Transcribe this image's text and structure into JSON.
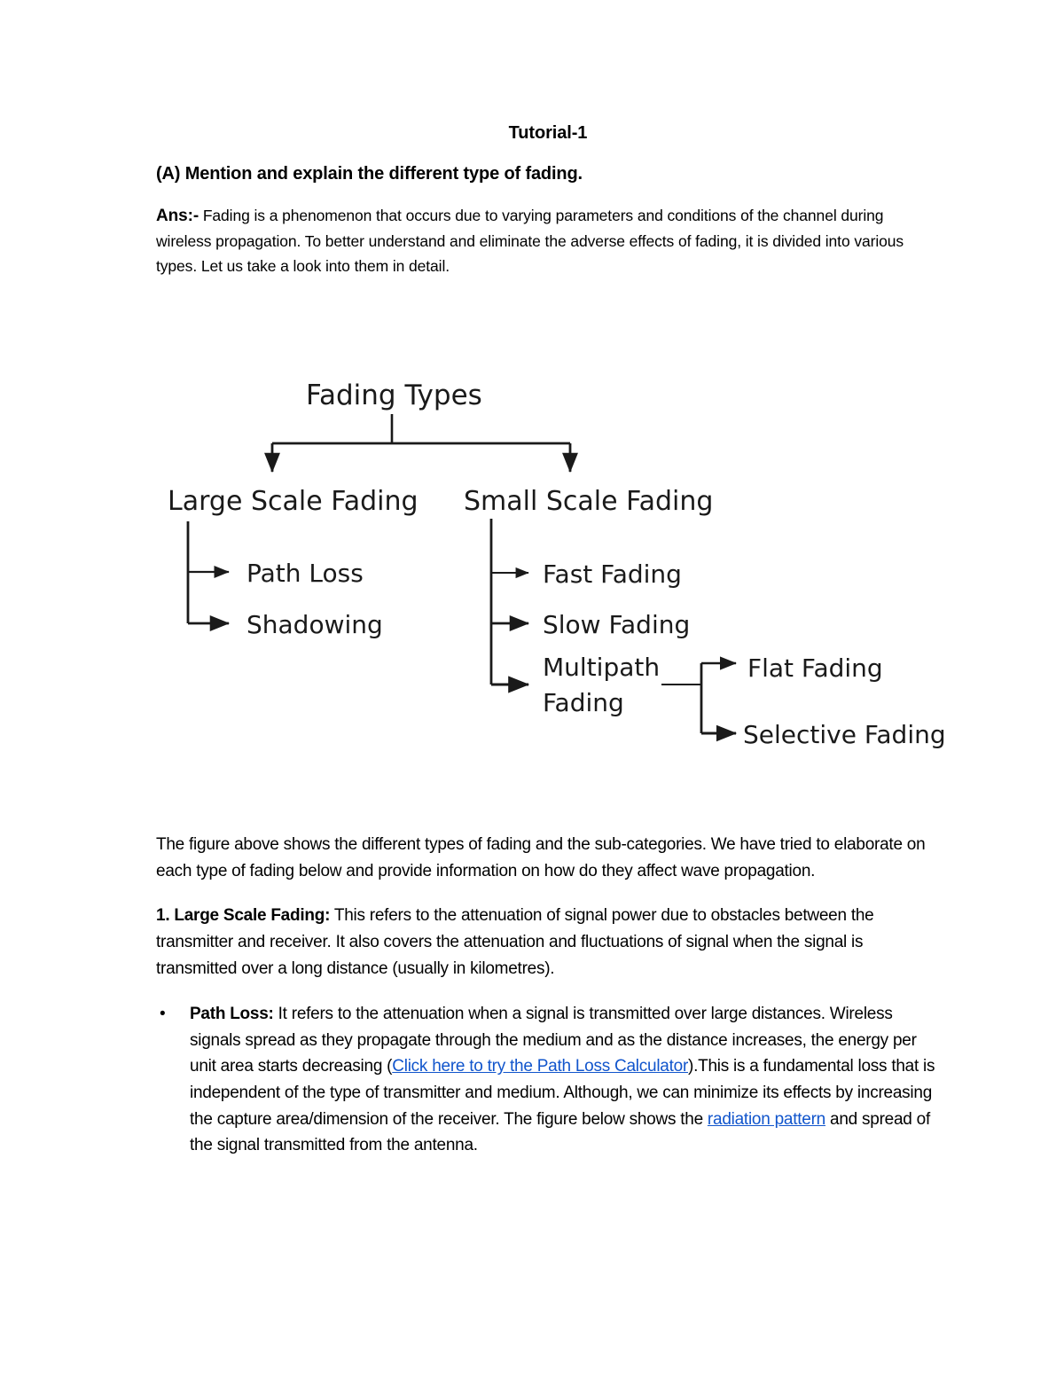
{
  "document": {
    "title": "Tutorial-1",
    "question": "(A) Mention and explain the different type of fading.",
    "answer": {
      "lead": "Ans:-",
      "body": " Fading is a phenomenon that occurs due to varying parameters and conditions of the channel during wireless propagation. To better understand and eliminate the adverse effects of fading, it is divided into various types. Let us take a look into them in detail."
    },
    "intro_paragraph": "The figure above shows the different types of fading and the sub-categories. We have tried to elaborate on each type of fading below and provide information on how do they affect wave propagation.",
    "large_scale": {
      "heading": "1. Large Scale Fading:",
      "body": " This refers to the attenuation of signal power due to obstacles between the transmitter and receiver. It also covers the attenuation and fluctuations of signal when the signal is transmitted over a long distance (usually in kilometres)."
    },
    "bullets": [
      {
        "marker": "•",
        "heading": "Path Loss:",
        "text_part_1": " It refers to the attenuation when a signal is transmitted over large distances. Wireless signals spread as they propagate through the medium and as the distance increases, the energy per unit area starts decreasing (",
        "link_1": "Click here to try the Path Loss Calculator",
        "text_part_2": ").This is a fundamental loss that is independent of the type of transmitter and medium. Although, we can minimize its effects by increasing the capture area/dimension of the receiver. The figure below shows the ",
        "link_2": "radiation pattern",
        "text_part_3": " and spread of the signal transmitted from the antenna."
      }
    ]
  },
  "colors": {
    "text": "#000000",
    "link": "#1155CC",
    "diagram_line": "#1a1a1a",
    "page_background": "#ffffff"
  },
  "figure": {
    "type": "tree-diagram",
    "root": "Fading Types",
    "nodes": {
      "large_scale": "Large Scale Fading",
      "small_scale": "Small Scale Fading",
      "path_loss": "Path Loss",
      "shadowing": "Shadowing",
      "fast_fading": "Fast Fading",
      "slow_fading": "Slow Fading",
      "multipath_line_1": "Multipath",
      "multipath_line_2": "Fading",
      "flat_fading": "Flat Fading",
      "selective_fading": "Selective Fading"
    }
  }
}
